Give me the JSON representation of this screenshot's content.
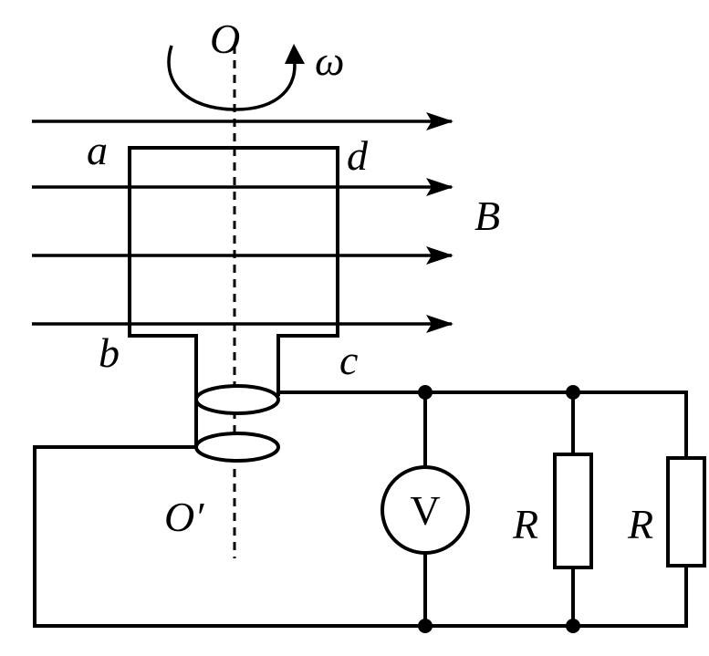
{
  "labels": {
    "axis_top": "O",
    "axis_bottom": "O′",
    "omega": "ω",
    "field": "B",
    "corner_a": "a",
    "corner_b": "b",
    "corner_c": "c",
    "corner_d": "d",
    "voltmeter": "V",
    "resistor_1": "R",
    "resistor_2": "R"
  }
}
